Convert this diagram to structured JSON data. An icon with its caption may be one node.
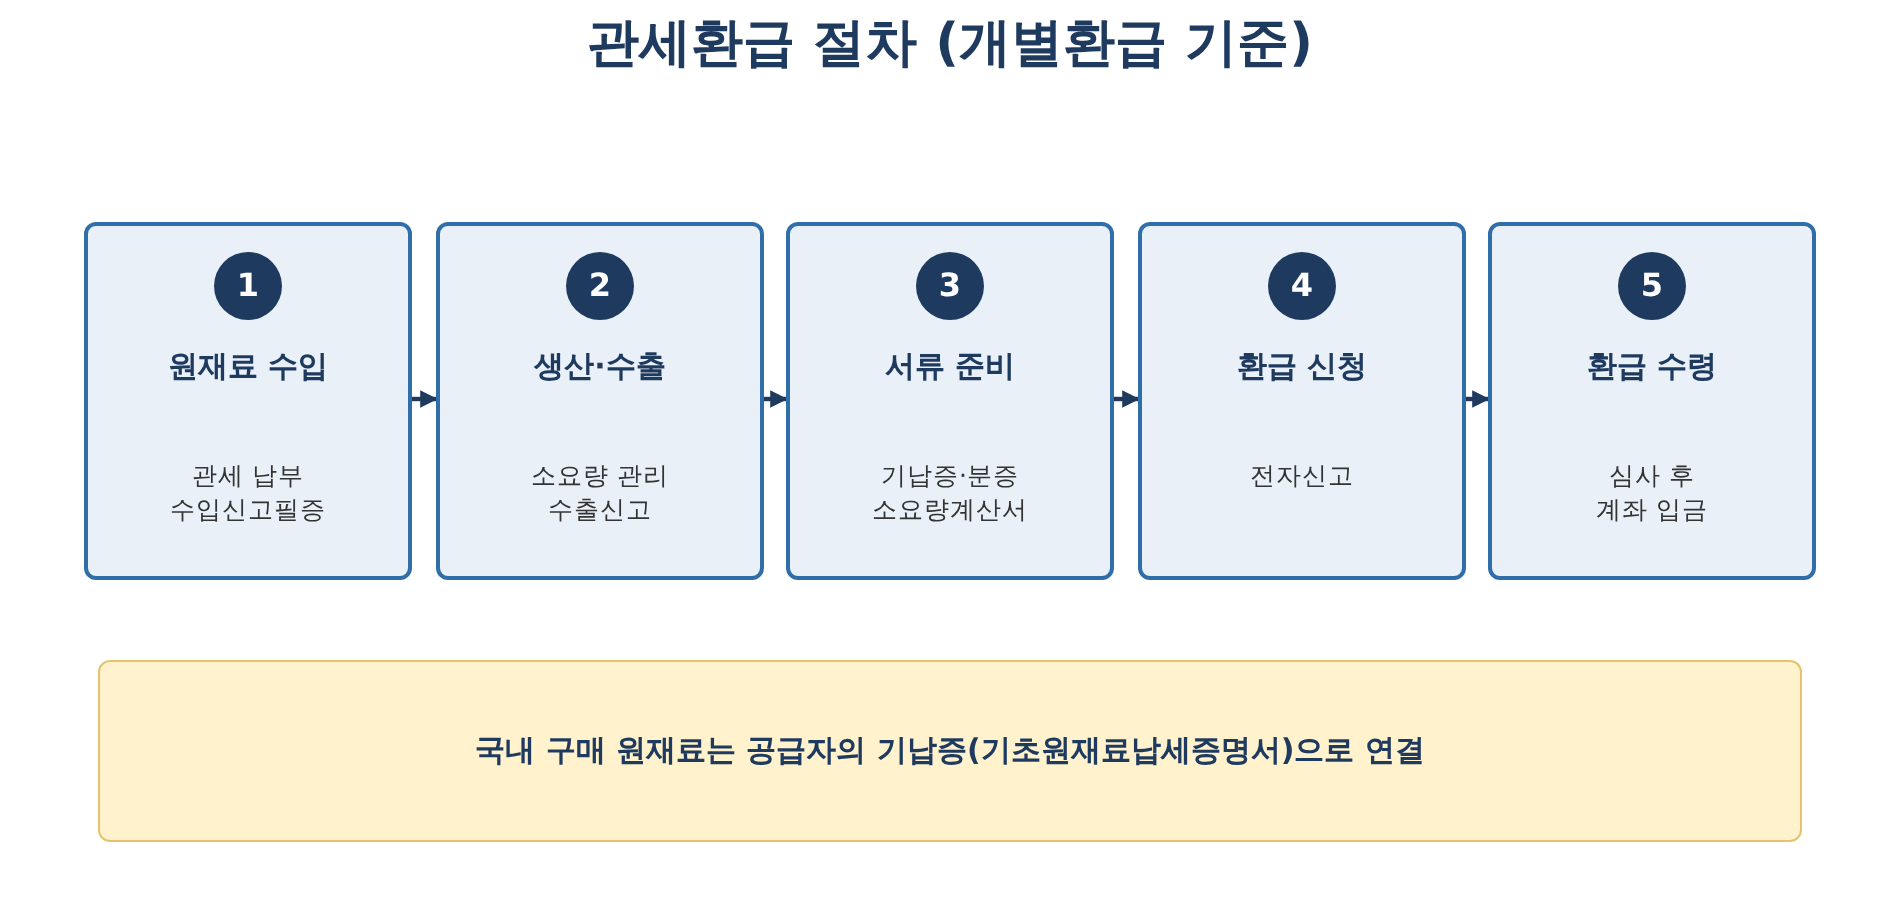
{
  "diagram": {
    "title": "관세환급 절차 (개별환급 기준)",
    "nodes": [
      {
        "text": [
          "1",
          "원재료 수입",
          "관세 납부 수입신고필증"
        ]
      },
      {
        "text": [
          "2",
          "생산·수출",
          "소요량 관리 수출신고"
        ]
      },
      {
        "text": [
          "3",
          "서류 준비",
          "기납증·분증 소요량계산서"
        ]
      },
      {
        "text": [
          "4",
          "환급 신청",
          "전자신고"
        ]
      },
      {
        "text": [
          "5",
          "환급 수령",
          "심사 후 계좌 입금"
        ]
      },
      {
        "text": [
          "국내 구매 원재료는 공급자의 기납증(기초원재료납세증명서)으로 연결"
        ]
      }
    ],
    "edges": [
      {
        "from": 0,
        "to": 1,
        "arrow": "to"
      },
      {
        "from": 1,
        "to": 2,
        "arrow": "to"
      },
      {
        "from": 2,
        "to": 3,
        "arrow": "to"
      },
      {
        "from": 3,
        "to": 4,
        "arrow": "to"
      }
    ]
  }
}
